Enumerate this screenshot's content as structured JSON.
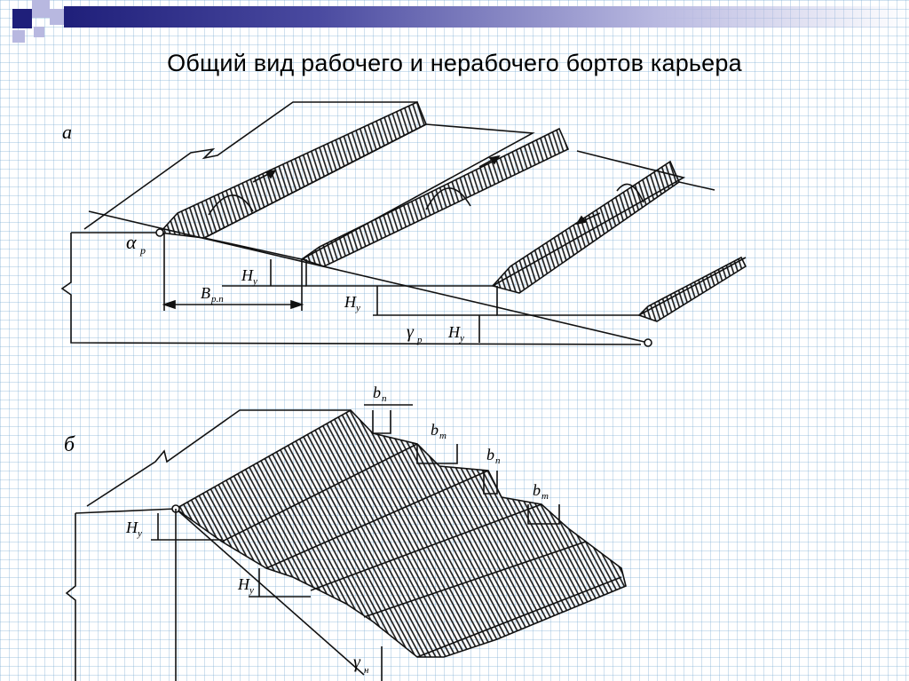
{
  "slide": {
    "title": "Общий вид рабочего и нерабочего бортов карьера"
  },
  "diagram_a": {
    "panel_label": "а",
    "labels": {
      "alpha_p": "α",
      "alpha_p_sub": "р",
      "b_rp": "B",
      "b_rp_sub": "р.п",
      "h_u_1": "H",
      "h_u_1_sub": "у",
      "h_u_2": "H",
      "h_u_2_sub": "у",
      "h_u_3": "H",
      "h_u_3_sub": "у",
      "gamma_p": "γ",
      "gamma_p_sub": "р"
    }
  },
  "diagram_b": {
    "panel_label": "б",
    "labels": {
      "b_p_1": "b",
      "b_p_1_sub": "п",
      "b_t_1": "b",
      "b_t_1_sub": "т",
      "b_p_2": "b",
      "b_p_2_sub": "п",
      "b_t_2": "b",
      "b_t_2_sub": "т",
      "h_u_1": "H",
      "h_u_1_sub": "у",
      "h_u_2": "H",
      "h_u_2_sub": "у",
      "gamma_n": "γ",
      "gamma_n_sub": "н"
    }
  },
  "colors": {
    "navy": "#1f1f7a",
    "lavender": "#b8b8e0",
    "line": "#111111"
  }
}
